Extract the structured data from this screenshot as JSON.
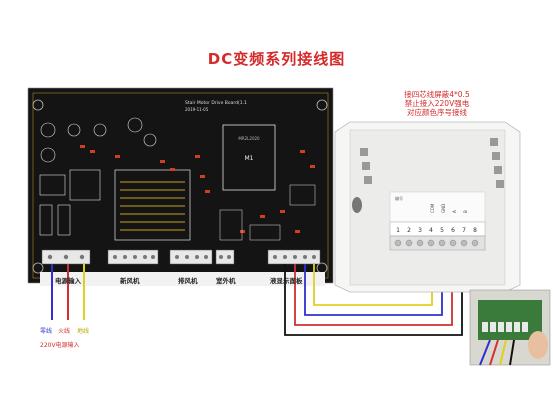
{
  "title": "DC变频系列接线图",
  "note": {
    "lines": [
      "接四芯线屏蔽4*0.5",
      "禁止接入220V强电",
      "对应颜色序号接线"
    ]
  },
  "board": {
    "silkscreen_title": "Stair Motor Drive Board(1.1",
    "date": "2019-11-05",
    "chip_label": "M1",
    "chip_sub": "MR2L2020",
    "section_labels": {
      "power_in": "电源输入",
      "fresh_air": "新风机",
      "exhaust": "排风机",
      "outdoor": "室外机",
      "display": "液显示面板"
    }
  },
  "wires": {
    "neutral": "零线",
    "live": "火线",
    "ground": "地线",
    "power_label": "220V电源输入"
  },
  "panel": {
    "header": "编号",
    "pins": [
      "1",
      "2",
      "3",
      "4",
      "5",
      "6",
      "7",
      "8"
    ],
    "pin_labels": [
      "",
      "",
      "",
      "",
      "COM",
      "GND",
      "A",
      "B"
    ]
  },
  "colors": {
    "title": "#d42a2a",
    "pcb": "#1a1a1a",
    "trace": "#c8a020",
    "neutral": "#3030d0",
    "live": "#d03030",
    "ground": "#e0d020",
    "wire_black": "#111111"
  }
}
